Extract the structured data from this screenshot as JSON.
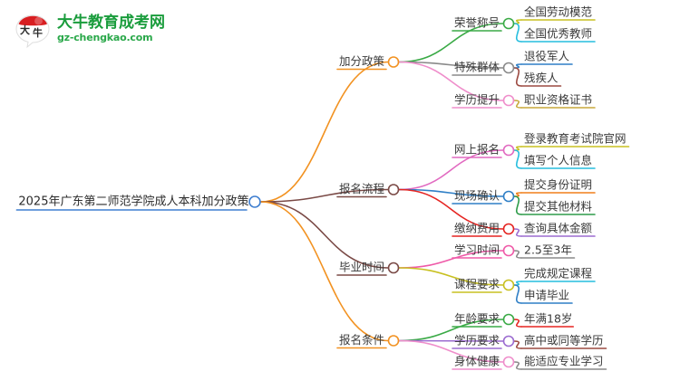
{
  "logo": {
    "mark_name": "daniu-bull-logo-icon",
    "title": "大牛教育成考网",
    "subtitle": "gz-chengkao.com",
    "title_color": "#1a9c3c",
    "subtitle_color": "#2aa84a",
    "mark_color": "#d81e21"
  },
  "mindmap": {
    "root": {
      "label": "2025年广东第二师范学院成人本科加分政策",
      "node_color": "#3f7fd0"
    },
    "branches": [
      {
        "label": "加分政策",
        "edge_color": "#f29221",
        "node_color": "#f29221",
        "children": [
          {
            "label": "荣誉称号",
            "edge_color": "#3aaa46",
            "node_color": "#3aaa46",
            "leaves": [
              {
                "label": "全国劳动模范",
                "edge_color": "#c8c020"
              },
              {
                "label": "全国优秀教师",
                "edge_color": "#27bede"
              }
            ]
          },
          {
            "label": "特殊群体",
            "edge_color": "#8a8a8a",
            "node_color": "#8a8a8a",
            "leaves": [
              {
                "label": "退役军人",
                "edge_color": "#2f7fc6"
              },
              {
                "label": "残疾人",
                "edge_color": "#9c4a41"
              }
            ]
          },
          {
            "label": "学历提升",
            "edge_color": "#ef8ecb",
            "node_color": "#ef8ecb",
            "leaves": [
              {
                "label": "职业资格证书",
                "edge_color": "#c8a93c"
              }
            ]
          }
        ]
      },
      {
        "label": "报名流程",
        "edge_color": "#7a4a46",
        "node_color": "#7a4a46",
        "children": [
          {
            "label": "网上报名",
            "edge_color": "#e169c0",
            "node_color": "#e169c0",
            "leaves": [
              {
                "label": "登录教育考试院官网",
                "edge_color": "#c8c020"
              },
              {
                "label": "填写个人信息",
                "edge_color": "#27bede"
              }
            ]
          },
          {
            "label": "现场确认",
            "edge_color": "#2f7fc6",
            "node_color": "#2f7fc6",
            "leaves": [
              {
                "label": "提交身份证明",
                "edge_color": "#f07f1a"
              },
              {
                "label": "提交其他材料",
                "edge_color": "#2e9c4a"
              }
            ]
          },
          {
            "label": "缴纳费用",
            "edge_color": "#e52421",
            "node_color": "#e52421",
            "leaves": [
              {
                "label": "查询具体金额",
                "edge_color": "#9b6bd0"
              }
            ]
          }
        ]
      },
      {
        "label": "毕业时间",
        "edge_color": "#7a4a46",
        "node_color": "#7a4a46",
        "children": [
          {
            "label": "学习时间",
            "edge_color": "#ef5aa8",
            "node_color": "#ef5aa8",
            "leaves": [
              {
                "label": "2.5至3年",
                "edge_color": "#8a8a8a"
              }
            ]
          },
          {
            "label": "课程要求",
            "edge_color": "#c8c020",
            "node_color": "#c8c020",
            "leaves": [
              {
                "label": "完成规定课程",
                "edge_color": "#27bede"
              },
              {
                "label": "申请毕业",
                "edge_color": "#2f7fc6"
              }
            ]
          }
        ]
      },
      {
        "label": "报名条件",
        "edge_color": "#f29221",
        "node_color": "#f29221",
        "children": [
          {
            "label": "年龄要求",
            "edge_color": "#3aaa46",
            "node_color": "#3aaa46",
            "leaves": [
              {
                "label": "年满18岁",
                "edge_color": "#e52421"
              }
            ]
          },
          {
            "label": "学历要求",
            "edge_color": "#9b6bd0",
            "node_color": "#9b6bd0",
            "leaves": [
              {
                "label": "高中或同等学历",
                "edge_color": "#9c4a41"
              }
            ]
          },
          {
            "label": "身体健康",
            "edge_color": "#ef8ecb",
            "node_color": "#ef8ecb",
            "leaves": [
              {
                "label": "能适应专业学习",
                "edge_color": "#8a8a8a"
              }
            ]
          }
        ]
      }
    ]
  }
}
